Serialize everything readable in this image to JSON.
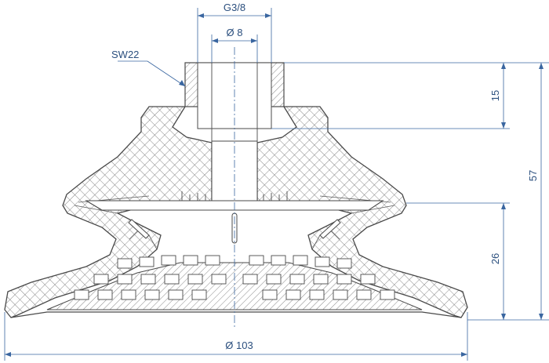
{
  "drawing": {
    "labels": {
      "thread": "G3/8",
      "bore": "Ø 8",
      "wrench": "SW22",
      "diameter": "Ø 103",
      "height_total": "57",
      "height_thread": "15",
      "height_bellows": "26"
    },
    "colors": {
      "dimension": "#3a66a0",
      "text": "#2b4f7e",
      "outline": "#4a4a4a",
      "hatch": "#6b6b6b"
    }
  }
}
